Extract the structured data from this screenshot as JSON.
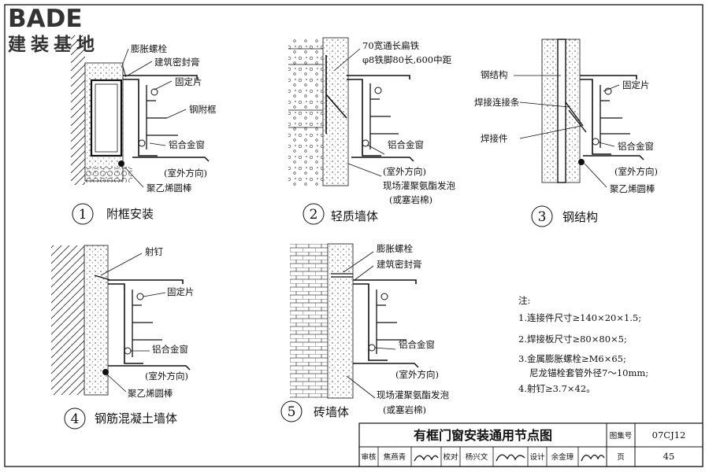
{
  "logo": {
    "brand": "BADE",
    "sub": "建装基地"
  },
  "details": [
    {
      "number": "1",
      "caption": "附框安装",
      "labels": {
        "a": "膨胀螺栓",
        "b": "建筑密封膏",
        "c": "固定片",
        "d": "钢附框",
        "e": "铝合金窗",
        "f": "(室外方向)",
        "g": "聚乙烯圆棒"
      }
    },
    {
      "number": "2",
      "caption": "轻质墙体",
      "labels": {
        "a": "70宽通长扁铁",
        "b": "φ8铁脚80长,600中距",
        "c": "铝合金窗",
        "d": "(室外方向)",
        "e": "现场灌聚氨酯发泡",
        "f": "(或塞岩棉)"
      }
    },
    {
      "number": "3",
      "caption": "钢结构",
      "labels": {
        "a": "钢结构",
        "b": "固定片",
        "c": "焊接连接条",
        "d": "焊接件",
        "e": "铝合金窗",
        "f": "(室外方向)",
        "g": "聚乙烯圆棒"
      }
    },
    {
      "number": "4",
      "caption": "钢筋混凝土墙体",
      "labels": {
        "a": "射钉",
        "b": "固定片",
        "c": "铝合金窗",
        "d": "(室外方向)",
        "e": "聚乙烯圆棒"
      }
    },
    {
      "number": "5",
      "caption": "砖墙体",
      "labels": {
        "a": "膨胀螺栓",
        "b": "建筑密封膏",
        "c": "铝合金窗",
        "d": "(室外方向)",
        "e": "现场灌聚氨酯发泡",
        "f": "(或塞岩棉)"
      }
    }
  ],
  "notes": {
    "heading": "注:",
    "items": [
      "1.连接件尺寸≥140×20×1.5;",
      "2.焊接板尺寸≥80×80×5;",
      "3.金属膨胀螺栓≥M6×65;",
      "尼龙锚栓套管外径7～10mm;",
      "4.射钉≥3.7×42。"
    ]
  },
  "title_block": {
    "title": "有框门窗安装通用节点图",
    "atlas_label": "图集号",
    "atlas_no": "07CJ12",
    "page_label": "页",
    "page_no": "45",
    "roles": {
      "review": "审核",
      "check": "校对",
      "design": "设计"
    },
    "names": {
      "review": "焦燕青",
      "check": "杨兴文",
      "design": "余金璋"
    }
  }
}
